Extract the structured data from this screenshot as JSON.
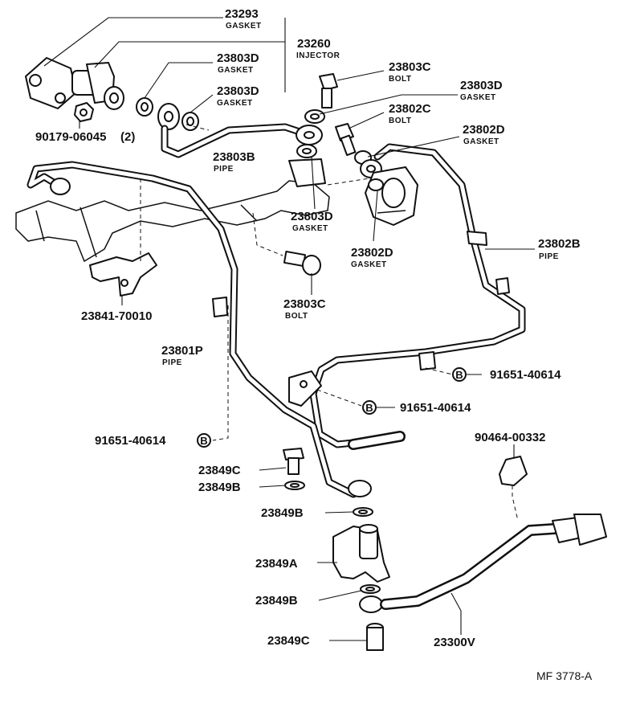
{
  "drawing_number": "MF 3778-A",
  "labels": {
    "p23293": {
      "number": "23293",
      "name": "GASKET"
    },
    "p23260": {
      "number": "23260",
      "name": "INJECTOR"
    },
    "p23803D_a": {
      "number": "23803D",
      "name": "GASKET"
    },
    "p23803D_b": {
      "number": "23803D",
      "name": "GASKET"
    },
    "p23803C_top": {
      "number": "23803C",
      "name": "BOLT"
    },
    "p23803D_c": {
      "number": "23803D",
      "name": "GASKET"
    },
    "p23802C": {
      "number": "23802C",
      "name": "BOLT"
    },
    "p23802D_a": {
      "number": "23802D",
      "name": "GASKET"
    },
    "p90179": {
      "number": "90179-06045",
      "qty": "(2)"
    },
    "p23803B": {
      "number": "23803B",
      "name": "PIPE"
    },
    "p23803D_d": {
      "number": "23803D",
      "name": "GASKET"
    },
    "p23802D_b": {
      "number": "23802D",
      "name": "GASKET"
    },
    "p23802B": {
      "number": "23802B",
      "name": "PIPE"
    },
    "p23841": {
      "number": "23841-70010"
    },
    "p23803C_mid": {
      "number": "23803C",
      "name": "BOLT"
    },
    "p23801P": {
      "number": "23801P",
      "name": "PIPE"
    },
    "p91651_a": {
      "number": "91651-40614",
      "ref": "B"
    },
    "p91651_b": {
      "number": "91651-40614",
      "ref": "B"
    },
    "p91651_c": {
      "number": "91651-40614",
      "ref": "B"
    },
    "p90464": {
      "number": "90464-00332"
    },
    "p23849C_a": {
      "number": "23849C"
    },
    "p23849B_a": {
      "number": "23849B"
    },
    "p23849B_b": {
      "number": "23849B"
    },
    "p23849A": {
      "number": "23849A"
    },
    "p23849B_c": {
      "number": "23849B"
    },
    "p23849C_b": {
      "number": "23849C"
    },
    "p23300V": {
      "number": "23300V"
    }
  }
}
